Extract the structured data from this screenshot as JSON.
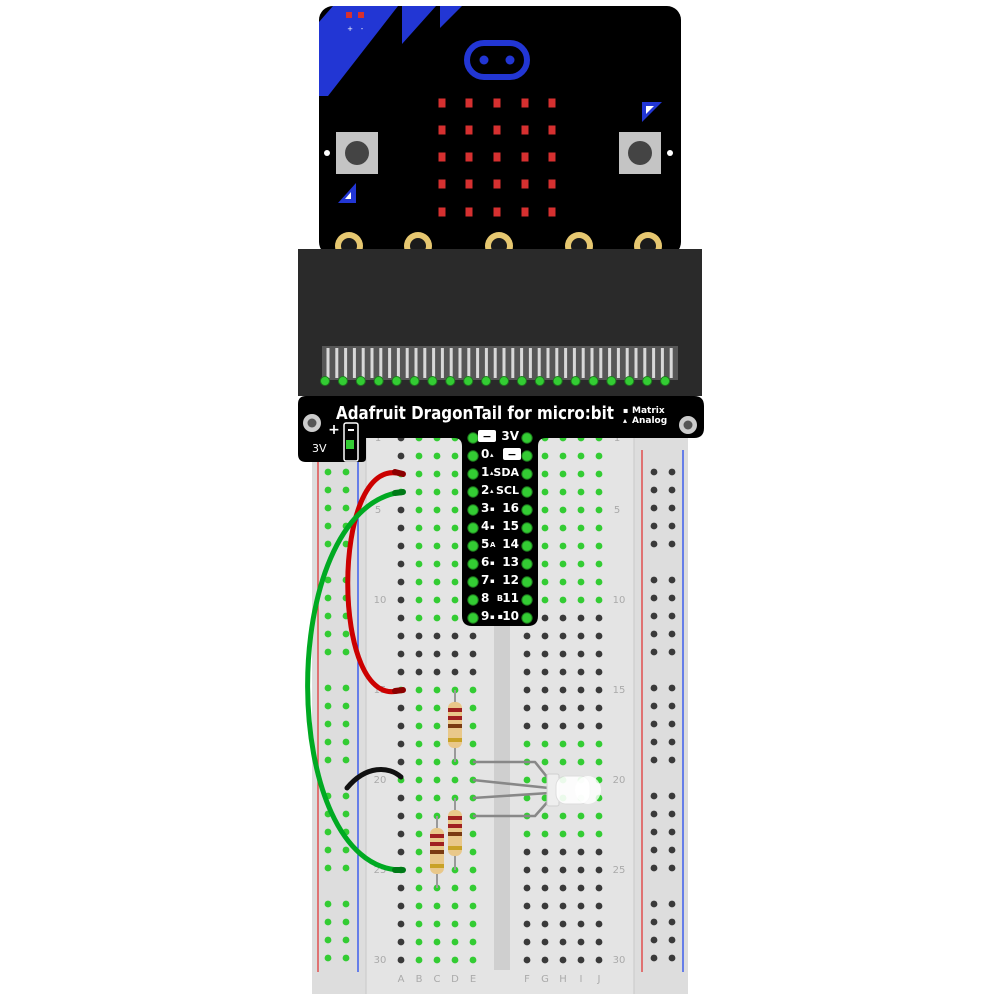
{
  "microbit": {
    "battery_plus": "+",
    "battery_minus": "-"
  },
  "dragontail": {
    "title": "Adafruit DragonTail for micro:bit",
    "legend_matrix": "Matrix",
    "legend_analog": "Analog",
    "legend_matrix_marker": "▪",
    "legend_analog_marker": "▴",
    "power_plus": "+",
    "power_label": "3V",
    "left_pins": [
      "0",
      "1",
      "2",
      "3",
      "4",
      "5",
      "6",
      "7",
      "8",
      "9"
    ],
    "left_pin_markers": [
      "▴",
      "▴",
      "▴",
      "▪",
      "▪",
      "A",
      "▪",
      "▪",
      "",
      "▪"
    ],
    "right_pins": [
      "3V",
      "",
      "SDA",
      "SCL",
      "16",
      "15",
      "14",
      "13",
      "12",
      "11",
      "10"
    ],
    "right_pin_markers": [
      "",
      "",
      "",
      "",
      "",
      "",
      "",
      "",
      "",
      "B",
      "▪"
    ],
    "ground_symbol": "−"
  },
  "breadboard": {
    "row_labels": {
      "left": [
        "1",
        "5",
        "10",
        "15",
        "20",
        "25",
        "30"
      ],
      "right": [
        "1",
        "5",
        "10",
        "15",
        "20",
        "25",
        "30"
      ]
    },
    "column_labels": [
      "A",
      "B",
      "C",
      "D",
      "E",
      "F",
      "G",
      "H",
      "I",
      "J"
    ]
  },
  "components": {
    "wires": [
      {
        "name": "red",
        "color": "#cc0000"
      },
      {
        "name": "green",
        "color": "#00aa22"
      },
      {
        "name": "black",
        "color": "#111111"
      }
    ],
    "resistor_count": 3,
    "rgb_led": "rgb-led"
  },
  "colors": {
    "pcb": "#000000",
    "microbit_blue": "#2236d4",
    "led_red": "#d63030",
    "gold_pad": "#e6c770",
    "breadboard": "#e6e6e6",
    "hole_green": "#33cc33",
    "hole_dark": "#3a3a3a",
    "rail_red": "#e04444",
    "rail_blue": "#3355ee"
  }
}
